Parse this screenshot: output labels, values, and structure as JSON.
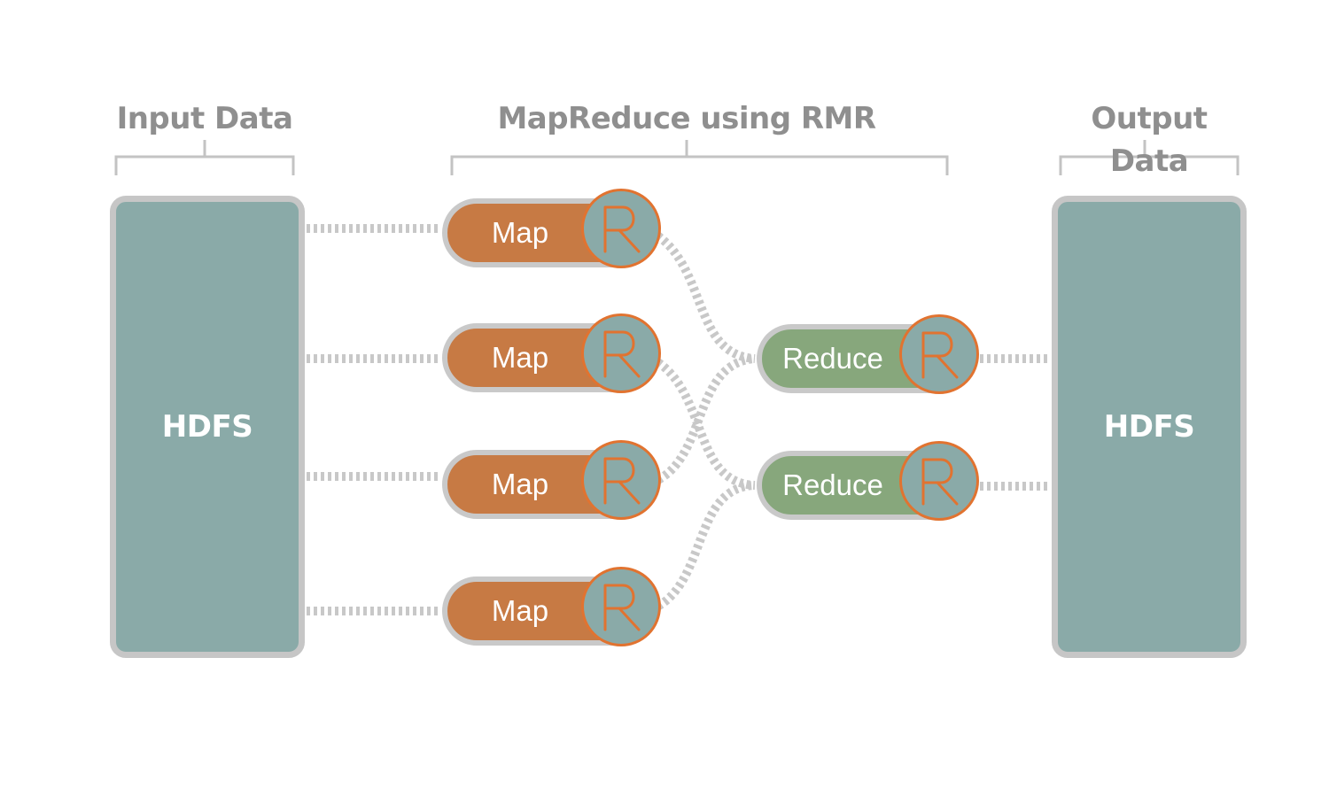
{
  "headers": {
    "input": "Input Data",
    "process": "MapReduce using RMR",
    "output": "Output Data"
  },
  "stores": {
    "input_label": "HDFS",
    "output_label": "HDFS"
  },
  "map_nodes": [
    {
      "label": "Map",
      "badge": "R"
    },
    {
      "label": "Map",
      "badge": "R"
    },
    {
      "label": "Map",
      "badge": "R"
    },
    {
      "label": "Map",
      "badge": "R"
    }
  ],
  "reduce_nodes": [
    {
      "label": "Reduce",
      "badge": "R"
    },
    {
      "label": "Reduce",
      "badge": "R"
    }
  ],
  "colors": {
    "map_fill": "#c77a44",
    "reduce_fill": "#87a77c",
    "store_fill": "#8aaaa8",
    "badge_fill": "#8aaaa8",
    "badge_accent": "#e17330",
    "outline": "#c6c6c6",
    "header_text": "#8f8f8f"
  },
  "icons": {
    "badge": "r-logo-icon"
  }
}
